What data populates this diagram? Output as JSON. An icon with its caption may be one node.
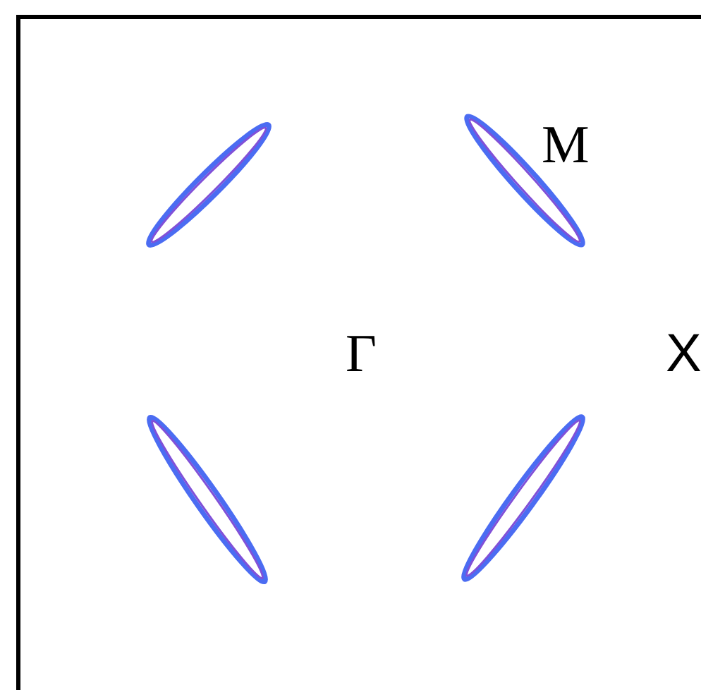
{
  "diagram": {
    "labels": [
      "M",
      "Γ",
      "X"
    ]
  }
}
